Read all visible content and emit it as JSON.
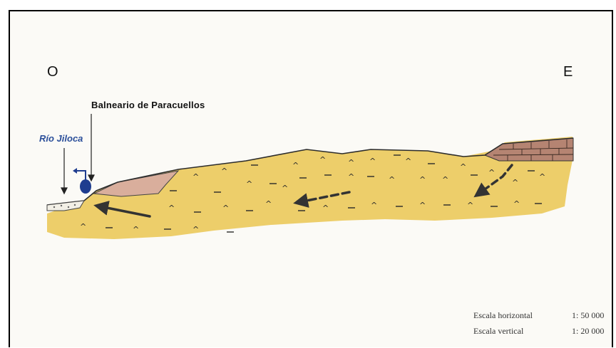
{
  "labels": {
    "west": "O",
    "east": "E",
    "spa": "Balneario de Paracuellos",
    "river": "Río Jiloca"
  },
  "scales": {
    "horizontal_label": "Escala horizontal",
    "horizontal_value": "1: 50 000",
    "vertical_label": "Escala vertical",
    "vertical_value": "1: 20 000"
  },
  "colors": {
    "aquifer": "#eccb62",
    "wedge": "#d9ae9c",
    "cap_rock": "#b58472",
    "flow": "#333333",
    "spring": "#1f3d8f"
  },
  "icons": [
    "flow-arrow-icon",
    "spring-icon",
    "gypsum-symbol-icon",
    "clay-dash-icon"
  ]
}
